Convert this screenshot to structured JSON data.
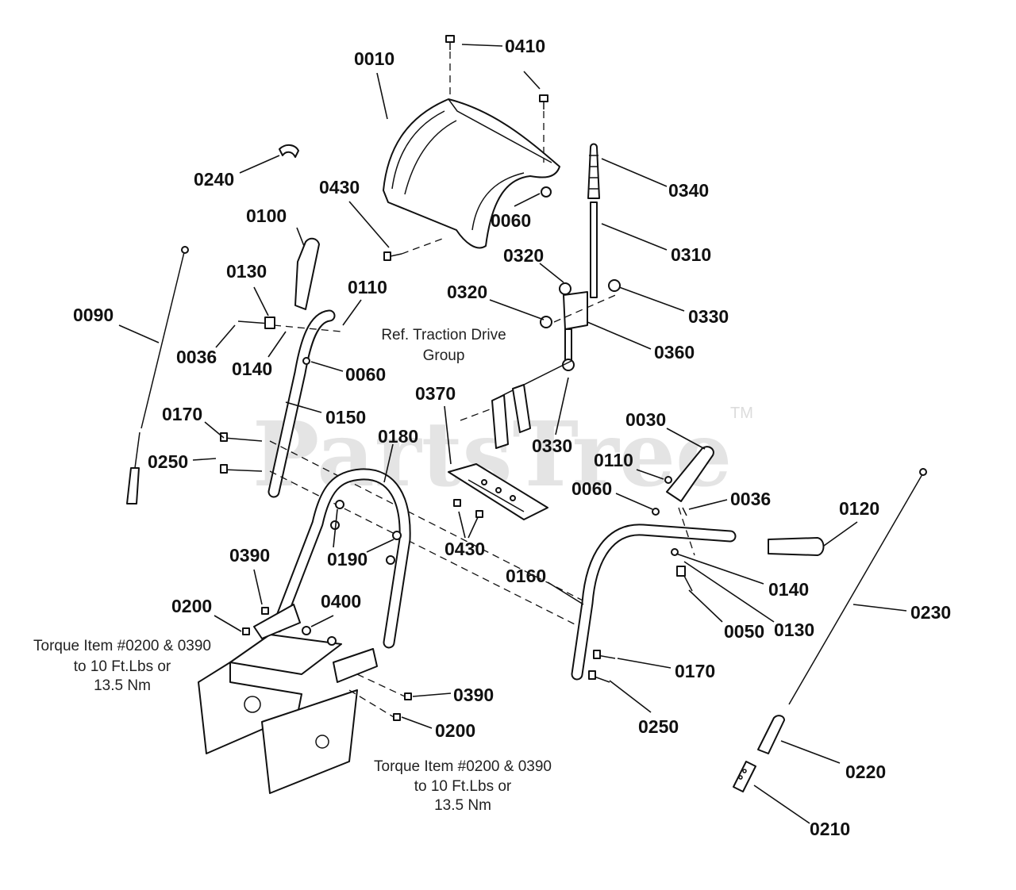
{
  "watermark": "PartsTree",
  "trademark": "TM",
  "notes": {
    "ref_line1": "Ref. Traction Drive",
    "ref_line2": "Group",
    "torque_left": [
      "Torque Item #0200 & 0390",
      "to 10 Ft.Lbs or",
      "13.5 Nm"
    ],
    "torque_right": [
      "Torque Item #0200 & 0390",
      "to 10 Ft.Lbs or",
      "13.5 Nm"
    ]
  },
  "labels": [
    "0010",
    "0410",
    "0240",
    "0430",
    "0060",
    "0340",
    "0100",
    "0310",
    "0320",
    "0130",
    "0110",
    "0320",
    "0330",
    "0090",
    "0036",
    "0140",
    "0060",
    "0360",
    "0370",
    "0170",
    "0150",
    "0030",
    "0180",
    "0330",
    "0250",
    "0110",
    "0060",
    "0036",
    "0120",
    "0430",
    "0390",
    "0190",
    "0160",
    "0140",
    "0200",
    "0400",
    "0050",
    "0130",
    "0170",
    "0390",
    "0230",
    "0200",
    "0250",
    "0220",
    "0210"
  ],
  "colors": {
    "line": "#111111",
    "watermark": "#e4e4e4",
    "background": "#ffffff"
  }
}
